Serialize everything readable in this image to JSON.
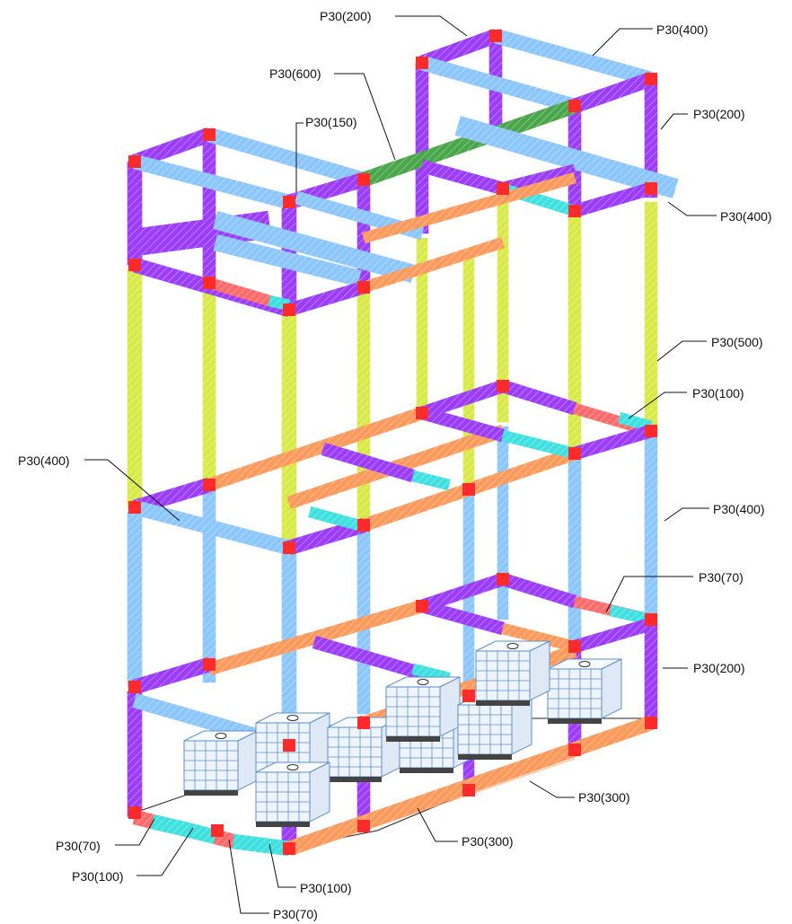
{
  "colors": {
    "len_200": "#9b3cff",
    "len_400": "#8cc6ff",
    "len_500": "#d9ea48",
    "len_600": "#4aa64a",
    "len_300": "#ff9a5c",
    "len_100": "#3fe0e0",
    "len_70": "#ff6a6a",
    "corner": "#ff2a2a",
    "container": "#5d8fc7"
  },
  "labels": {
    "top_200": "P30(200)",
    "top_400": "P30(400)",
    "top_600": "P30(600)",
    "top_150": "P30(150)",
    "right_200_upper": "P30(200)",
    "right_400_upper": "P30(400)",
    "right_500": "P30(500)",
    "right_100": "P30(100)",
    "left_400": "P30(400)",
    "right_400_mid": "P30(400)",
    "right_70": "P30(70)",
    "right_200_lower": "P30(200)",
    "bottom_300_right": "P30(300)",
    "bottom_300_mid": "P30(300)",
    "bottom_70_left": "P30(70)",
    "bottom_100_left": "P30(100)",
    "bottom_100_mid": "P30(100)",
    "bottom_70_bottom": "P30(70)"
  }
}
